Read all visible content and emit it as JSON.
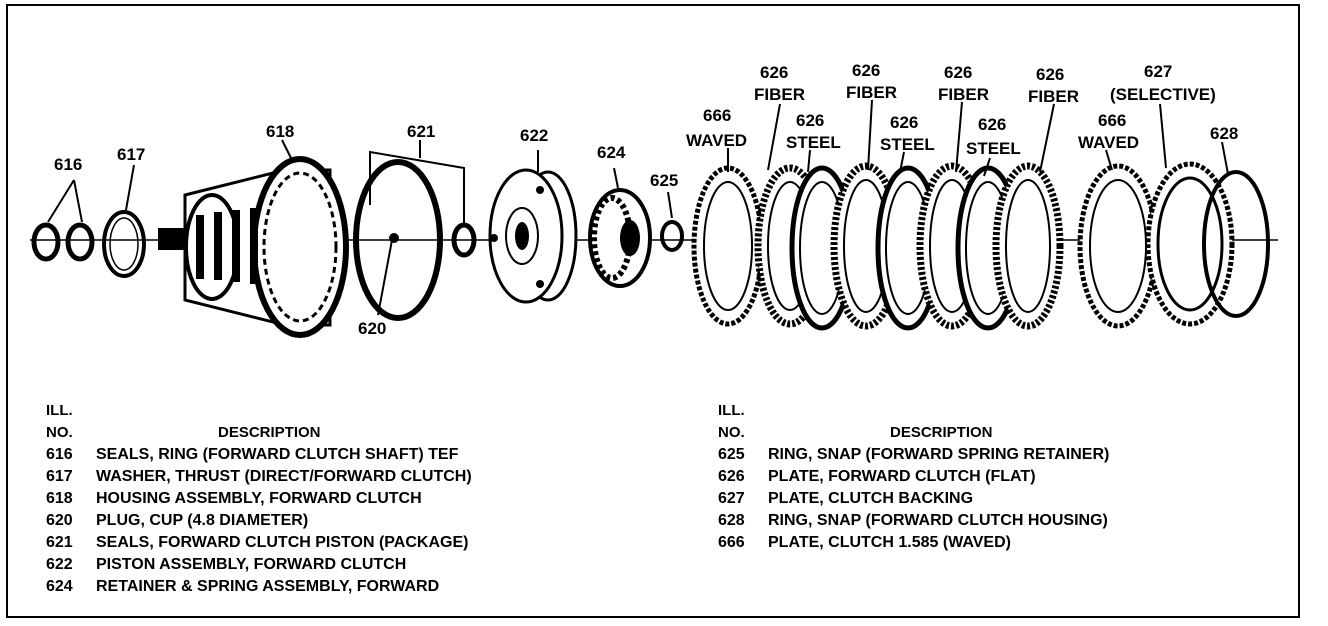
{
  "diagram": {
    "callouts": {
      "c616": "616",
      "c617": "617",
      "c618": "618",
      "c620": "620",
      "c621": "621",
      "c622": "622",
      "c624": "624",
      "c625": "625",
      "c666a_num": "666",
      "c666a_txt": "WAVED",
      "c626f1_num": "626",
      "c626f1_txt": "FIBER",
      "c626s1_num": "626",
      "c626s1_txt": "STEEL",
      "c626f2_num": "626",
      "c626f2_txt": "FIBER",
      "c626s2_num": "626",
      "c626s2_txt": "STEEL",
      "c626f3_num": "626",
      "c626f3_txt": "FIBER",
      "c626s3_num": "626",
      "c626s3_txt": "STEEL",
      "c626f4_num": "626",
      "c626f4_txt": "FIBER",
      "c666b_num": "666",
      "c666b_txt": "WAVED",
      "c627_num": "627",
      "c627_txt": "(SELECTIVE)",
      "c628": "628"
    }
  },
  "legend_left": {
    "col_ill_1": "ILL.",
    "col_ill_2": "NO.",
    "col_desc": "DESCRIPTION",
    "rows": [
      {
        "no": "616",
        "desc": "SEALS, RING (FORWARD CLUTCH SHAFT) TEF"
      },
      {
        "no": "617",
        "desc": "WASHER, THRUST (DIRECT/FORWARD CLUTCH)"
      },
      {
        "no": "618",
        "desc": "HOUSING ASSEMBLY, FORWARD CLUTCH"
      },
      {
        "no": "620",
        "desc": "PLUG, CUP (4.8 DIAMETER)"
      },
      {
        "no": "621",
        "desc": "SEALS, FORWARD CLUTCH PISTON (PACKAGE)"
      },
      {
        "no": "622",
        "desc": "PISTON ASSEMBLY, FORWARD CLUTCH"
      },
      {
        "no": "624",
        "desc": "RETAINER & SPRING ASSEMBLY, FORWARD"
      }
    ]
  },
  "legend_right": {
    "col_ill_1": "ILL.",
    "col_ill_2": "NO.",
    "col_desc": "DESCRIPTION",
    "rows": [
      {
        "no": "625",
        "desc": "RING, SNAP (FORWARD SPRING RETAINER)"
      },
      {
        "no": "626",
        "desc": "PLATE, FORWARD CLUTCH (FLAT)"
      },
      {
        "no": "627",
        "desc": "PLATE, CLUTCH BACKING"
      },
      {
        "no": "628",
        "desc": "RING, SNAP (FORWARD CLUTCH HOUSING)"
      },
      {
        "no": "666",
        "desc": "PLATE, CLUTCH 1.585 (WAVED)"
      }
    ]
  }
}
